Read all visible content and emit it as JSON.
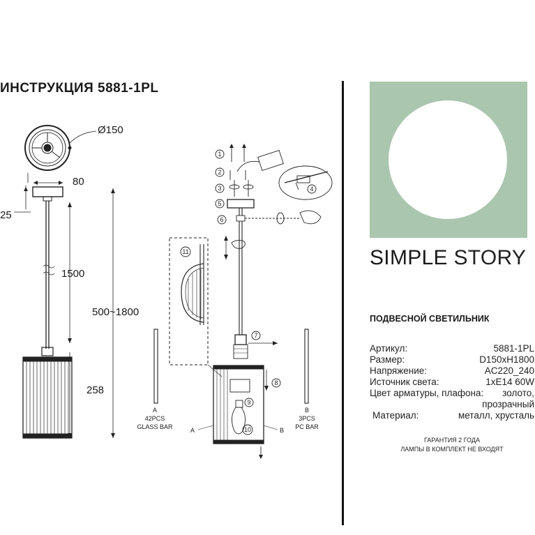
{
  "doc": {
    "title": "ИНСТРУКЦИЯ 5881-1PL"
  },
  "drawing": {
    "dim_diameter": "Ø150",
    "dim_canopy_width": "80",
    "dim_canopy_height": "25",
    "dim_cable": "1500",
    "dim_total": "500~1800",
    "dim_shade": "258",
    "steps": [
      "1",
      "2",
      "3",
      "4",
      "5",
      "6",
      "7",
      "8",
      "9",
      "10",
      "11"
    ],
    "part_a": {
      "letter": "A",
      "qty": "42PCS",
      "name": "GLASS BAR"
    },
    "part_b": {
      "letter": "B",
      "qty": "3PCS",
      "name": "PC BAR"
    },
    "label_a": "A",
    "label_b": "B"
  },
  "brand": {
    "word1": "SIMPLE",
    "word2": "STORY"
  },
  "product": {
    "type": "ПОДВЕСНОЙ СВЕТИЛЬНИК",
    "specs": [
      {
        "key": "Артикул:",
        "value": "5881-1PL"
      },
      {
        "key": "Размер:",
        "value": "D150xH1800"
      },
      {
        "key": "Напряжение:",
        "value": "AC220_240"
      },
      {
        "key": "Источник света:",
        "value": "1xE14 60W"
      },
      {
        "key": "Цвет арматуры, плафона:",
        "value": "золото,"
      },
      {
        "key": "",
        "value": "прозрачный"
      },
      {
        "key": "Материал:",
        "value": "металл, хрусталь"
      }
    ],
    "footer_line1": "ГАРАНТИЯ 2 ГОДА",
    "footer_line2": "ЛАМПЫ В КОМПЛЕКТ НЕ ВХОДЯТ"
  },
  "colors": {
    "photo_bg": "#aac6ae",
    "line": "#111111"
  }
}
